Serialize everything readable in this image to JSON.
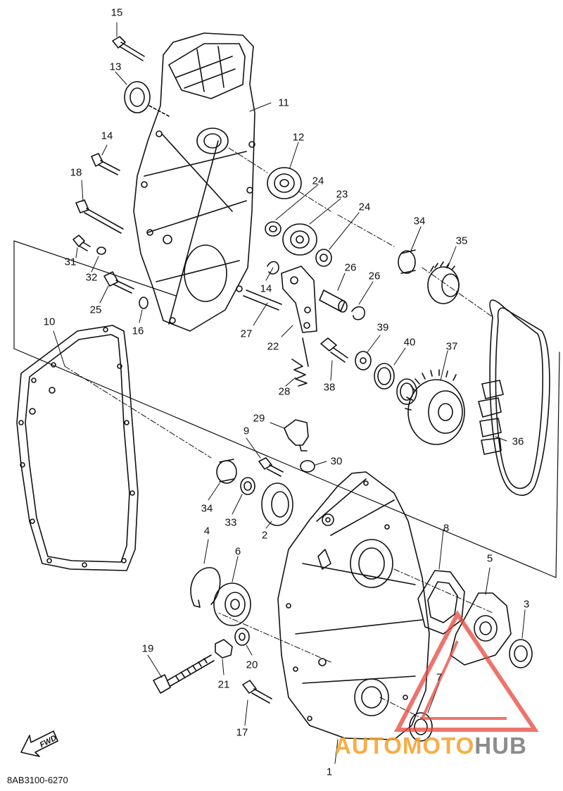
{
  "diagram": {
    "drawing_code": "8AB3100-6270",
    "direction_label": "FWD",
    "watermark": {
      "part1": "AUTOMOTO",
      "part2": "HUB",
      "color_primary": "#f3a028",
      "color_secondary": "#7a7a7a",
      "logo_color": "#e8463c"
    },
    "callouts": [
      "15",
      "13",
      "11",
      "14",
      "12",
      "18",
      "24",
      "23",
      "24",
      "34",
      "35",
      "31",
      "32",
      "25",
      "26",
      "26",
      "14",
      "16",
      "27",
      "22",
      "10",
      "39",
      "40",
      "37",
      "38",
      "28",
      "29",
      "9",
      "30",
      "36",
      "34",
      "33",
      "2",
      "4",
      "6",
      "8",
      "5",
      "3",
      "19",
      "20",
      "21",
      "7",
      "17",
      "1"
    ]
  }
}
